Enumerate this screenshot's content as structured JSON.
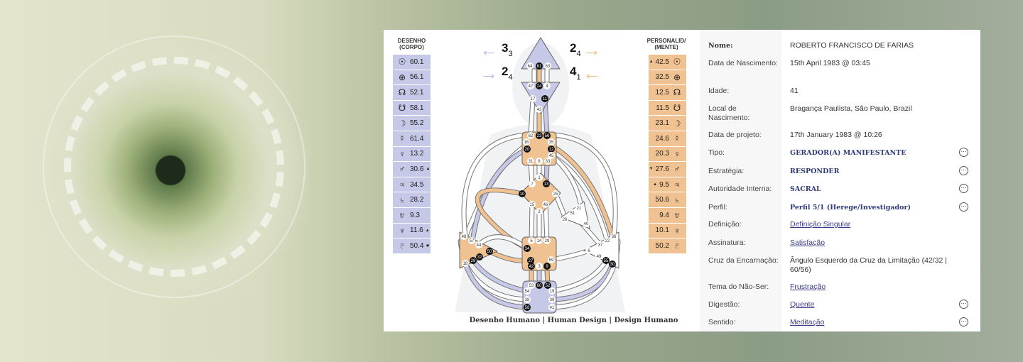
{
  "design": {
    "title": "DESENHO\n(CORPO)",
    "title_line1": "DESENHO",
    "title_line2": "(CORPO)",
    "rows": [
      {
        "symbol": "☉",
        "value": "60.1",
        "mark": ""
      },
      {
        "symbol": "⊕",
        "value": "56.1",
        "mark": ""
      },
      {
        "symbol": "☊",
        "value": "52.1",
        "mark": ""
      },
      {
        "symbol": "☋",
        "value": "58.1",
        "mark": ""
      },
      {
        "symbol": "☽",
        "value": "55.2",
        "mark": ""
      },
      {
        "symbol": "☿",
        "value": "61.4",
        "mark": ""
      },
      {
        "symbol": "♀",
        "value": "13.2",
        "mark": ""
      },
      {
        "symbol": "♂",
        "value": "30.6",
        "mark": "▲"
      },
      {
        "symbol": "♃",
        "value": "34.5",
        "mark": ""
      },
      {
        "symbol": "♄",
        "value": "28.2",
        "mark": ""
      },
      {
        "symbol": "♅",
        "value": "9.3",
        "mark": ""
      },
      {
        "symbol": "♆",
        "value": "11.6",
        "mark": "▲"
      },
      {
        "symbol": "♇",
        "value": "50.4",
        "mark": "✸"
      }
    ]
  },
  "personality": {
    "title_line1": "PERSONALID/",
    "title_line2": "(MENTE)",
    "rows": [
      {
        "symbol": "☉",
        "value": "42.5",
        "mark": "▲"
      },
      {
        "symbol": "⊕",
        "value": "32.5",
        "mark": ""
      },
      {
        "symbol": "☊",
        "value": "12.5",
        "mark": ""
      },
      {
        "symbol": "☋",
        "value": "11.5",
        "mark": ""
      },
      {
        "symbol": "☽",
        "value": "23.1",
        "mark": ""
      },
      {
        "symbol": "☿",
        "value": "24.6",
        "mark": ""
      },
      {
        "symbol": "♀",
        "value": "20.3",
        "mark": ""
      },
      {
        "symbol": "♂",
        "value": "27.6",
        "mark": "▼"
      },
      {
        "symbol": "♃",
        "value": "9.5",
        "mark": "▲"
      },
      {
        "symbol": "♄",
        "value": "50.6",
        "mark": ""
      },
      {
        "symbol": "♅",
        "value": "9.4",
        "mark": ""
      },
      {
        "symbol": "♆",
        "value": "10.1",
        "mark": ""
      },
      {
        "symbol": "♇",
        "value": "50.2",
        "mark": ""
      }
    ]
  },
  "variables": {
    "top_left": {
      "n": "3",
      "sub": "3"
    },
    "bottom_left": {
      "n": "2",
      "sub": "4"
    },
    "top_right": {
      "n": "2",
      "sub": "4"
    },
    "bottom_right": {
      "n": "4",
      "sub": "1"
    }
  },
  "colors": {
    "design": "#c5c8e6",
    "personality": "#f0c291",
    "defined_gate": "#111111"
  },
  "bodygraph": {
    "defined_gates": [
      "61",
      "24",
      "11",
      "23",
      "56",
      "20",
      "12",
      "13",
      "10",
      "34",
      "27",
      "42",
      "9",
      "50",
      "32",
      "28",
      "60",
      "52",
      "58",
      "55",
      "30"
    ],
    "gates": [
      "64",
      "61",
      "63",
      "47",
      "24",
      "4",
      "17",
      "11",
      "43",
      "62",
      "23",
      "56",
      "16",
      "35",
      "20",
      "12",
      "45",
      "31",
      "8",
      "33",
      "1",
      "7",
      "13",
      "10",
      "25",
      "15",
      "46",
      "2",
      "21",
      "51",
      "26",
      "40",
      "5",
      "14",
      "29",
      "34",
      "27",
      "59",
      "42",
      "3",
      "9",
      "48",
      "57",
      "44",
      "50",
      "32",
      "28",
      "18",
      "36",
      "22",
      "37",
      "6",
      "49",
      "55",
      "30",
      "53",
      "60",
      "52",
      "54",
      "19",
      "38",
      "39",
      "58",
      "41"
    ]
  },
  "caption": "Desenho Humano | Human Design | Design Humano",
  "info": [
    {
      "label": "Nome:",
      "value": "ROBERTO FRANCISCO DE FARIAS"
    },
    {
      "label": "Data de Nascimento:",
      "value": "15th April 1983 @ 03:45"
    },
    {
      "label": "Idade:",
      "value": "41"
    },
    {
      "label": "Local de Nascimento:",
      "value": "Bragança Paulista, São Paulo, Brazil"
    },
    {
      "label": "Data de projeto:",
      "value": "17th January 1983 @ 10:26"
    },
    {
      "label": "Tipo:",
      "value": "GERADOR(A) MANIFESTANTE"
    },
    {
      "label": "Estratégia:",
      "value": "RESPONDER"
    },
    {
      "label": "Autoridade Interna:",
      "value": "SACRAL"
    },
    {
      "label": "Perfil:",
      "value": "Perfil 5/1 (Herege/Investigador)"
    },
    {
      "label": "Definição:",
      "value": "Definição Singular"
    },
    {
      "label": "Assinatura:",
      "value": "Satisfação"
    },
    {
      "label": "Cruz da Encarnação:",
      "value": "Ângulo Esquerdo da Cruz da Limitação (42/32 | 60/56)"
    },
    {
      "label": "Tema do Não-Ser:",
      "value": "Frustração"
    },
    {
      "label": "Digestão:",
      "value": "Quente"
    },
    {
      "label": "Sentido:",
      "value": "Meditação"
    }
  ],
  "more_icon": "⋯"
}
